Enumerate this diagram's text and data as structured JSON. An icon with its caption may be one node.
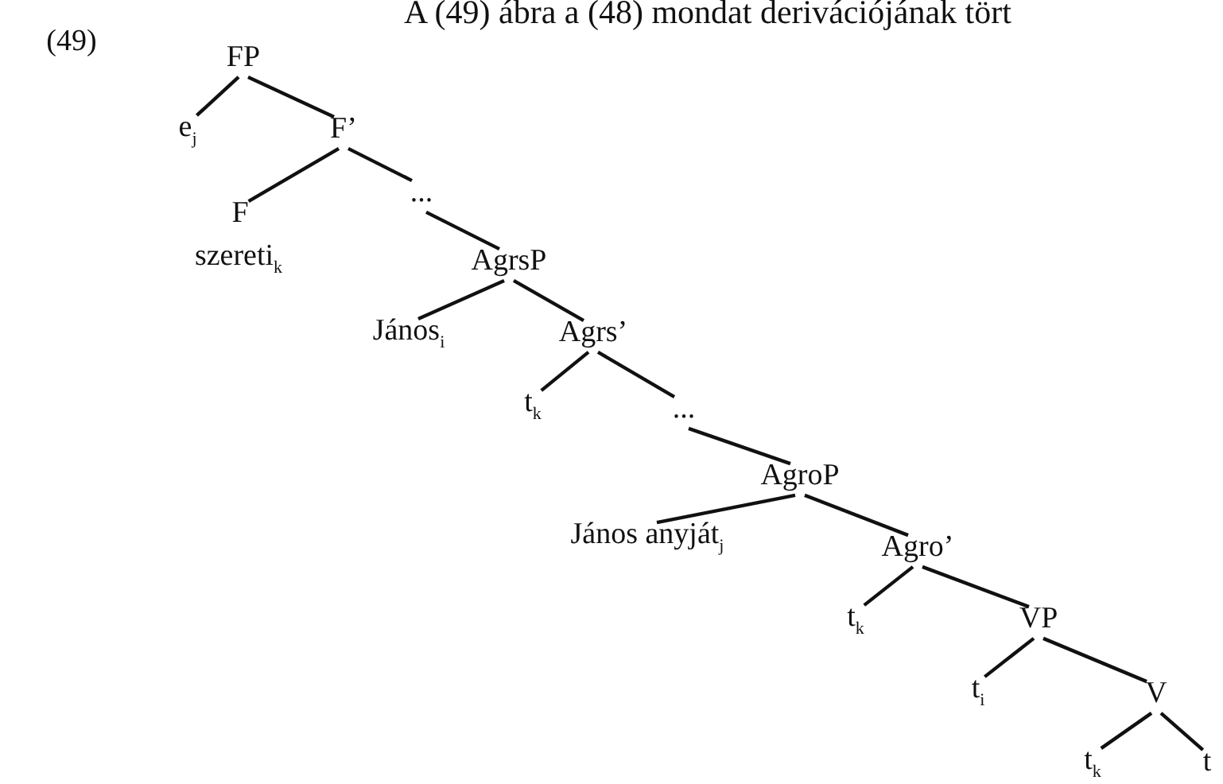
{
  "diagram": {
    "nodes": [
      {
        "text": [
          "FP"
        ]
      },
      {
        "text": [
          "e$_{j}$"
        ]
      },
      {
        "text": [
          "F’"
        ]
      },
      {
        "text": [
          "F"
        ]
      },
      {
        "text": [
          "..."
        ]
      },
      {
        "text": [
          "AgrsP"
        ]
      },
      {
        "text": [
          "János$_{i}$"
        ]
      },
      {
        "text": [
          "Agrs’"
        ]
      },
      {
        "text": [
          "t$_{k}$"
        ]
      },
      {
        "text": [
          "..."
        ]
      },
      {
        "text": [
          "AgroP"
        ]
      },
      {
        "text": [
          "János anyját$_{j}$"
        ]
      },
      {
        "text": [
          "Agro’"
        ]
      },
      {
        "text": [
          "t$_{k}$"
        ]
      },
      {
        "text": [
          "VP"
        ]
      },
      {
        "text": [
          "t$_{i}$"
        ]
      },
      {
        "text": [
          "V"
        ]
      },
      {
        "text": [
          "t$_{k}$"
        ]
      },
      {
        "text": [
          "t"
        ]
      }
    ],
    "edges": [
      {
        "from": 0,
        "to": 1,
        "arrow": "none"
      },
      {
        "from": 0,
        "to": 2,
        "arrow": "none"
      },
      {
        "from": 2,
        "to": 3,
        "arrow": "none"
      },
      {
        "from": 2,
        "to": 4,
        "arrow": "none"
      },
      {
        "from": 4,
        "to": 5,
        "arrow": "none"
      },
      {
        "from": 5,
        "to": 6,
        "arrow": "none"
      },
      {
        "from": 5,
        "to": 7,
        "arrow": "none"
      },
      {
        "from": 7,
        "to": 8,
        "arrow": "none"
      },
      {
        "from": 7,
        "to": 9,
        "arrow": "none"
      },
      {
        "from": 9,
        "to": 10,
        "arrow": "none"
      },
      {
        "from": 10,
        "to": 11,
        "arrow": "none"
      },
      {
        "from": 10,
        "to": 12,
        "arrow": "none"
      },
      {
        "from": 12,
        "to": 13,
        "arrow": "none"
      },
      {
        "from": 12,
        "to": 14,
        "arrow": "none"
      },
      {
        "from": 14,
        "to": 15,
        "arrow": "none"
      },
      {
        "from": 14,
        "to": 16,
        "arrow": "none"
      },
      {
        "from": 16,
        "to": 17,
        "arrow": "none"
      },
      {
        "from": 16,
        "to": 18,
        "arrow": "none"
      }
    ],
    "labels": [
      "A (49) ábra a (48) mondat derivációjának tört",
      "(49)",
      "szereti$_{k}$"
    ]
  }
}
